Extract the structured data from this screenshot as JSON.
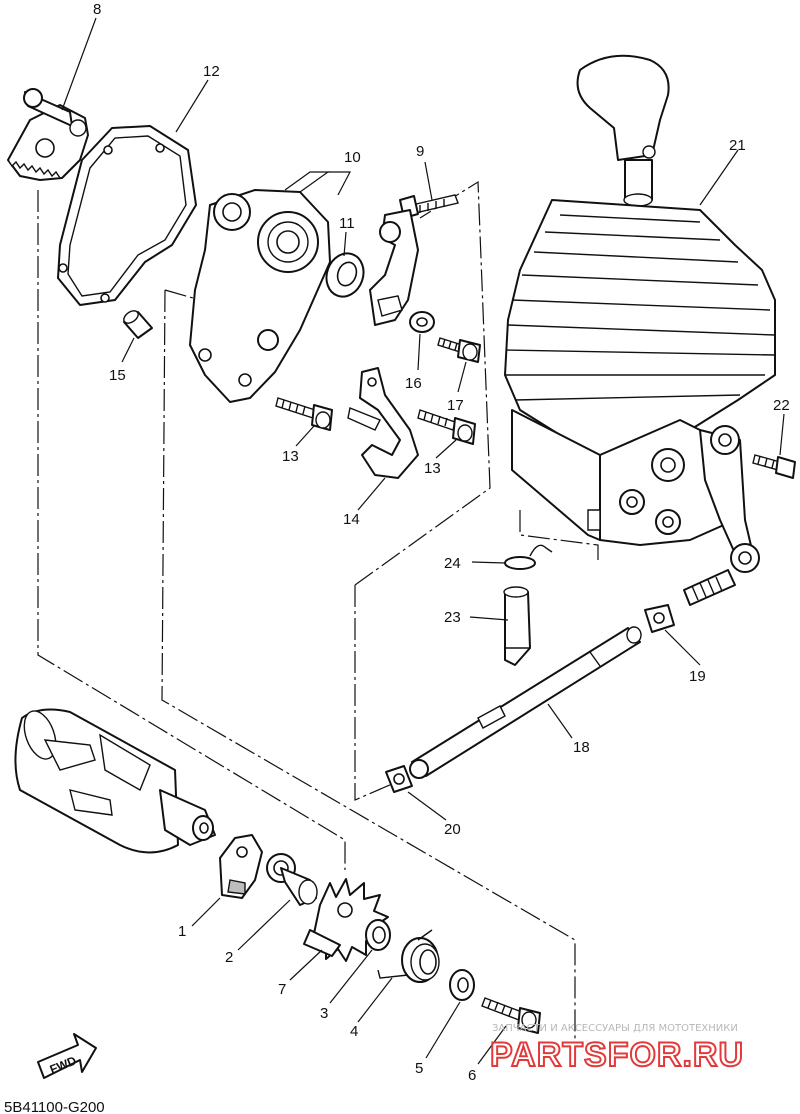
{
  "diagram": {
    "code": "5B41100-G200",
    "fwd_label": "FWD",
    "watermark": {
      "tagline": "ЗАПЧАСТИ И АКСЕССУАРЫ ДЛЯ МОТОТЕХНИКИ",
      "brand": "PARTSFOR.RU"
    },
    "callouts": {
      "c1": "1",
      "c2": "2",
      "c3": "3",
      "c4": "4",
      "c5": "5",
      "c6": "6",
      "c7": "7",
      "c8": "8",
      "c9": "9",
      "c10": "10",
      "c11": "11",
      "c12": "12",
      "c13a": "13",
      "c13b": "13",
      "c14": "14",
      "c15": "15",
      "c16": "16",
      "c17": "17",
      "c18": "18",
      "c19": "19",
      "c20": "20",
      "c21": "21",
      "c22": "22",
      "c23": "23",
      "c24": "24"
    }
  }
}
